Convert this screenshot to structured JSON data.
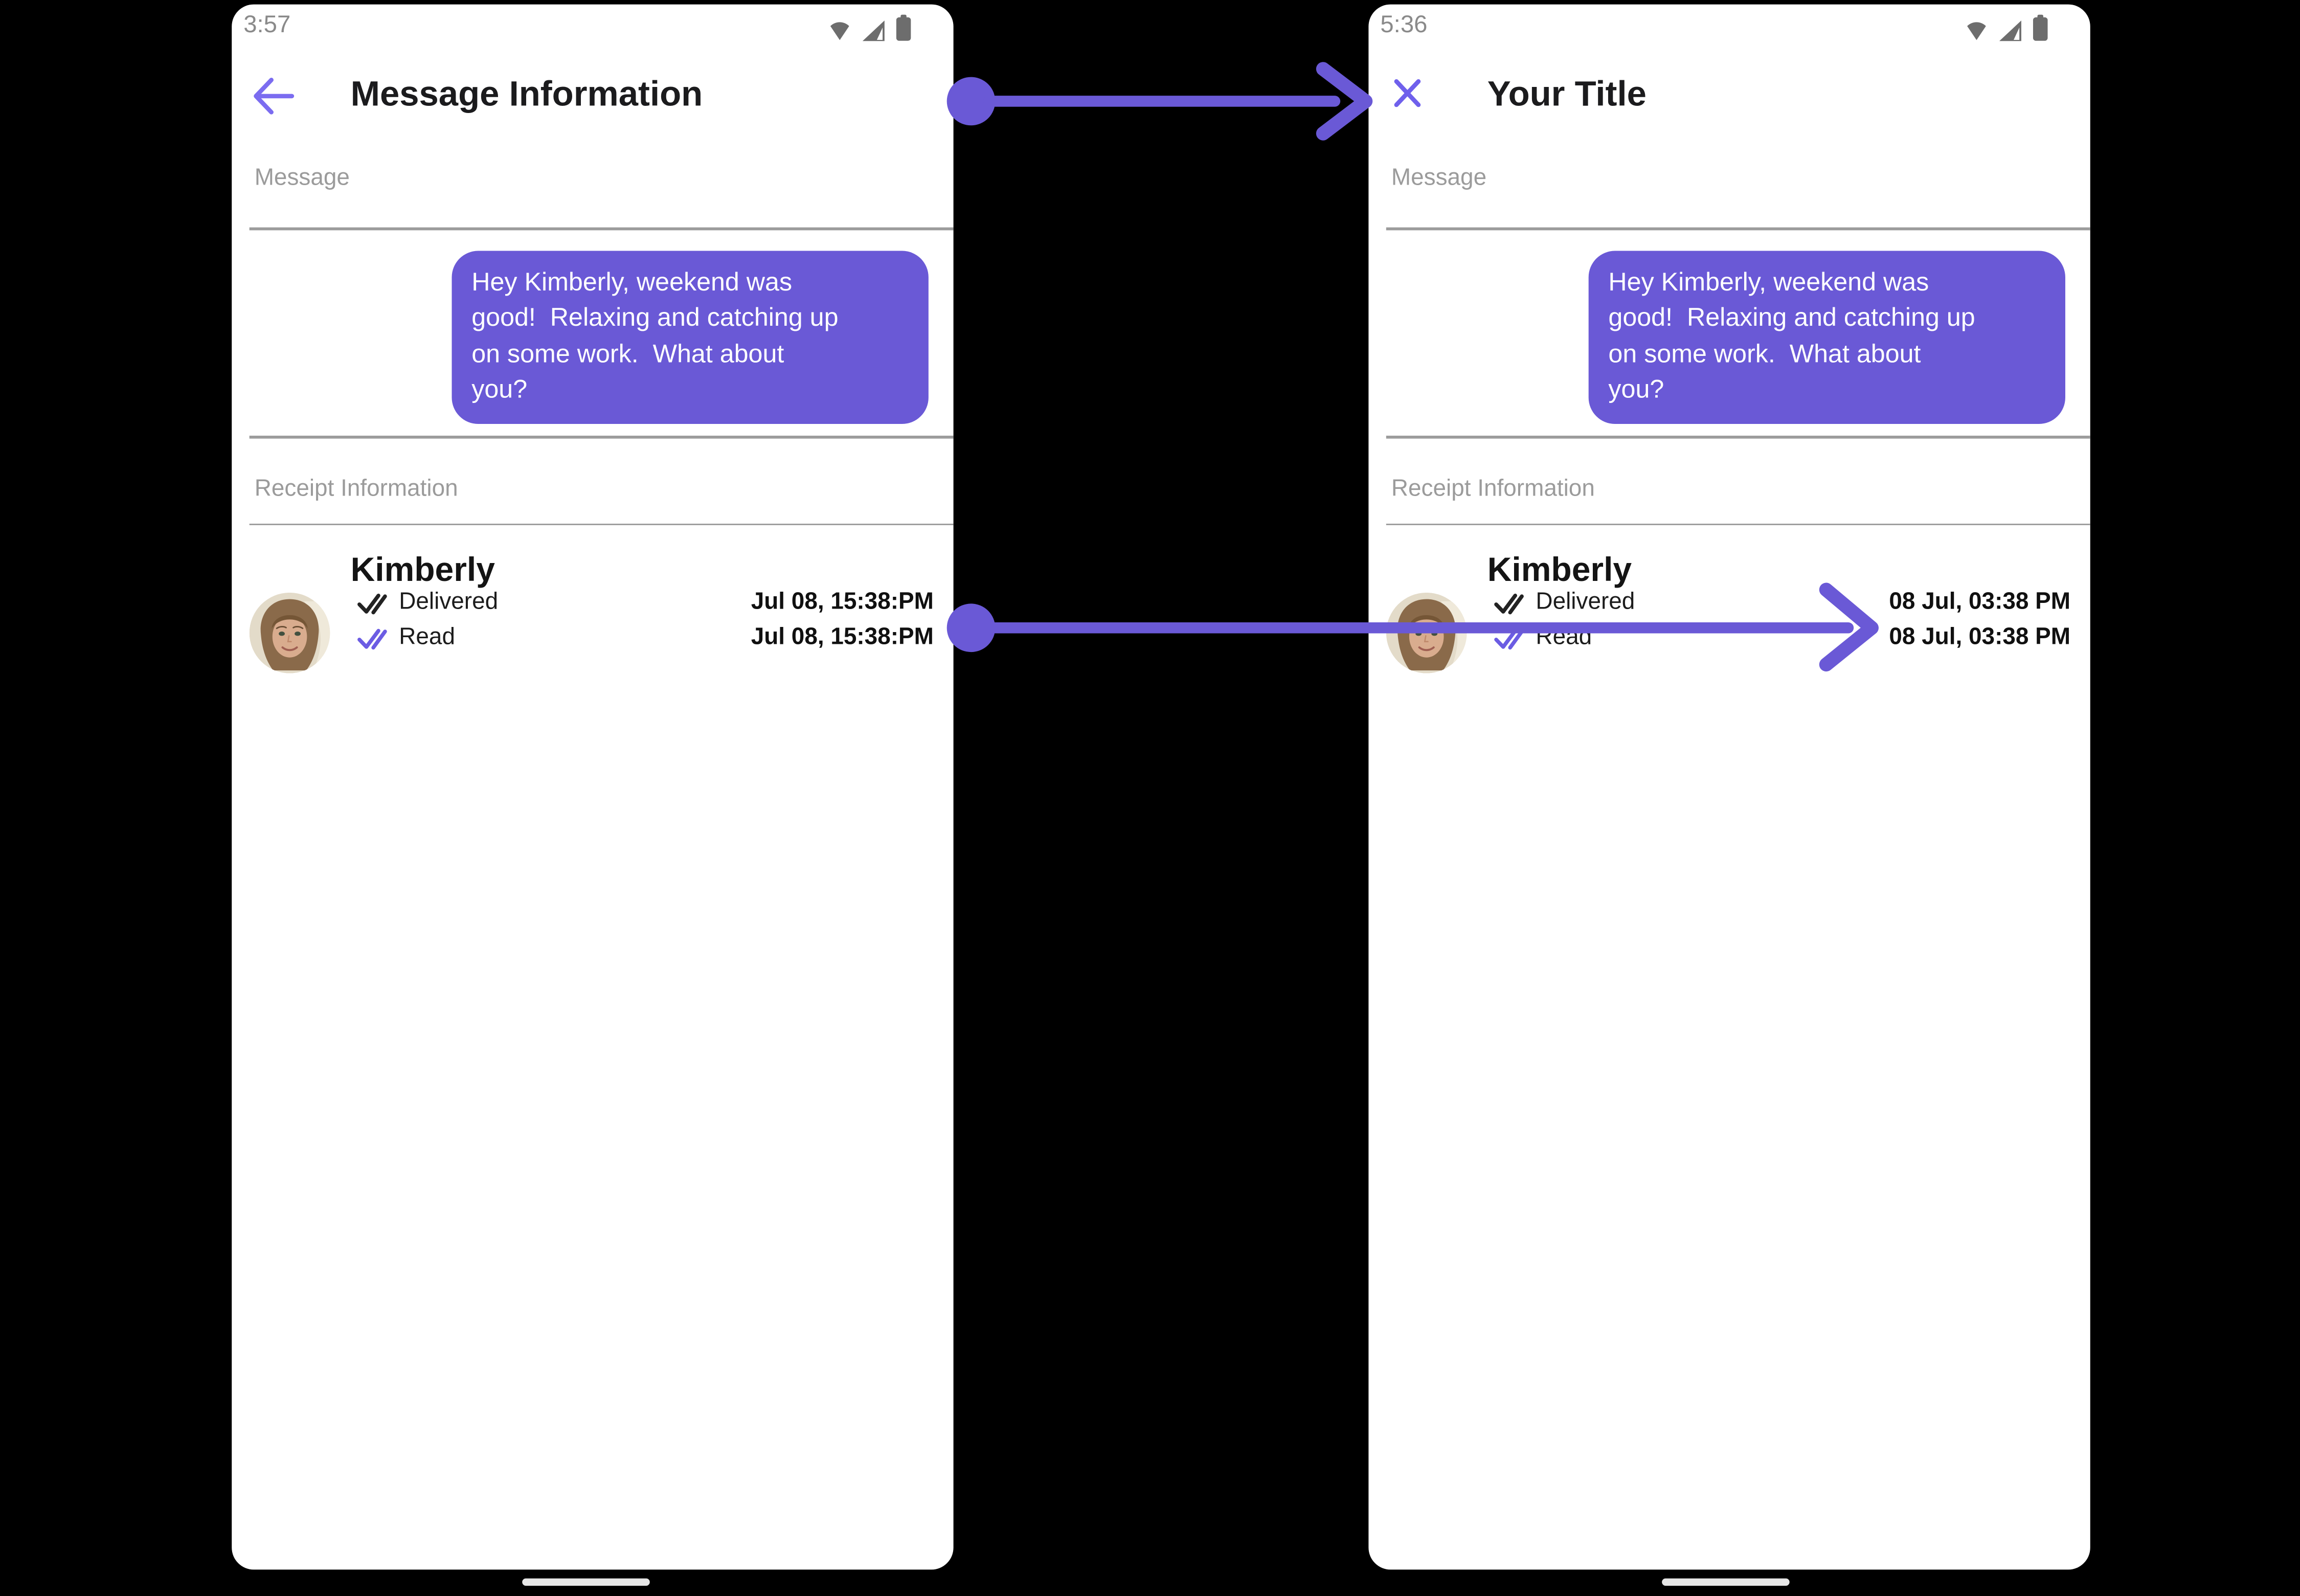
{
  "colors": {
    "accent_purple": "#6a59d6",
    "nav_icon_purple": "#7668ee",
    "read_check_purple": "#6b5ce3",
    "section_label_gray": "#9b9b9b",
    "status_bar_gray": "#8a8a8a",
    "background": "#000000",
    "phone_background": "#ffffff"
  },
  "annotation": {
    "arrow_style": "dot-to-chevron",
    "arrow_color": "#6a59d6"
  },
  "status_icons": [
    "wifi-icon",
    "cell-signal-icon",
    "battery-icon"
  ],
  "left": {
    "status_time": "3:57",
    "nav_icon": "back-arrow",
    "header_title": "Message Information",
    "message_label": "Message",
    "bubble_text": "Hey Kimberly, weekend was\ngood!  Relaxing and catching up\non some work.  What about\nyou?",
    "receipt_label": "Receipt Information",
    "contact_name": "Kimberly",
    "receipts": [
      {
        "status": "Delivered",
        "timestamp": "Jul 08, 15:38:PM"
      },
      {
        "status": "Read",
        "timestamp": "Jul 08, 15:38:PM"
      }
    ]
  },
  "right": {
    "status_time": "5:36",
    "nav_icon": "close-x",
    "header_title": "Your Title",
    "message_label": "Message",
    "bubble_text": "Hey Kimberly, weekend was\ngood!  Relaxing and catching up\non some work.  What about\nyou?",
    "receipt_label": "Receipt Information",
    "contact_name": "Kimberly",
    "receipts": [
      {
        "status": "Delivered",
        "timestamp": "08 Jul, 03:38 PM"
      },
      {
        "status": "Read",
        "timestamp": "08 Jul, 03:38 PM"
      }
    ]
  }
}
